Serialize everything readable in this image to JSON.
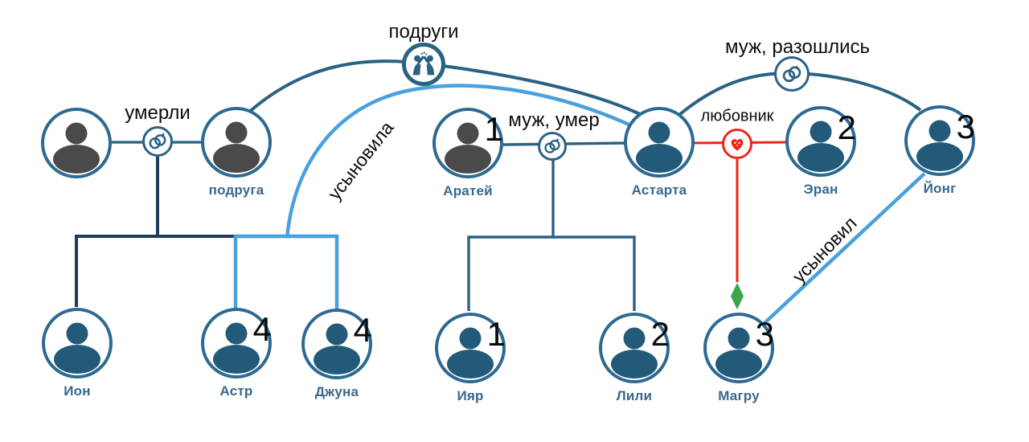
{
  "people": [
    {
      "name": "",
      "number": "",
      "avatar": "gray"
    },
    {
      "name": "подруга",
      "number": "",
      "avatar": "gray"
    },
    {
      "name": "Аратей",
      "number": "1",
      "avatar": "gray"
    },
    {
      "name": "Астарта",
      "number": "",
      "avatar": "blue"
    },
    {
      "name": "Эран",
      "number": "2",
      "avatar": "blue"
    },
    {
      "name": "Йонг",
      "number": "3",
      "avatar": "blue"
    },
    {
      "name": "Ион",
      "number": "",
      "avatar": "blue"
    },
    {
      "name": "Астр",
      "number": "4",
      "avatar": "blue"
    },
    {
      "name": "Джуна",
      "number": "4",
      "avatar": "blue"
    },
    {
      "name": "Ияр",
      "number": "1",
      "avatar": "blue"
    },
    {
      "name": "Лили",
      "number": "2",
      "avatar": "blue"
    },
    {
      "name": "Магру",
      "number": "3",
      "avatar": "blue"
    }
  ],
  "relationship_labels": {
    "died_couple": "умерли",
    "friends": "подруги",
    "husband_died": "муж, умер",
    "husband_separated": "муж, разошлись",
    "lover": "любовник",
    "adopted_she": "усыновила",
    "adopted_he": "усыновил"
  },
  "edges": [
    {
      "type": "marriage",
      "label": "умерли",
      "between": [
        "(без имени)",
        "подруга"
      ],
      "icon": "wedding-rings-icon"
    },
    {
      "type": "friendship",
      "label": "подруги",
      "between": [
        "подруга",
        "Астарта"
      ],
      "icon": "friends-highfive-icon"
    },
    {
      "type": "marriage",
      "label": "муж, умер",
      "between": [
        "Аратей",
        "Астарта"
      ],
      "icon": "wedding-rings-icon"
    },
    {
      "type": "marriage",
      "label": "муж, разошлись",
      "between": [
        "Астарта",
        "Йонг"
      ],
      "icon": "wedding-rings-icon"
    },
    {
      "type": "lover",
      "label": "любовник",
      "between": [
        "Астарта",
        "Эран"
      ],
      "icon": "heart-icon"
    },
    {
      "type": "adoption",
      "label": "усыновила",
      "between": [
        "Астарта",
        "Астр, Джуна"
      ]
    },
    {
      "type": "adoption",
      "label": "усыновил",
      "between": [
        "Йонг",
        "Магру"
      ]
    },
    {
      "type": "children",
      "between": [
        "умершая пара",
        "Ион, Астр, Джуна"
      ]
    },
    {
      "type": "children",
      "between": [
        "Аратей + Астарта",
        "Ияр, Лили"
      ]
    },
    {
      "type": "offspring",
      "between": [
        "Астарта + Эран",
        "Магру"
      ],
      "icon": "plumbob-diamond-icon"
    }
  ],
  "colors": {
    "node_border": "#2d6a92",
    "avatar_blue": "#245a79",
    "avatar_gray": "#4a4a4c",
    "family_navy": "#1e3c5e",
    "family_steel": "#2e6082",
    "adoption_blue": "#4aa0dc",
    "lover_red": "#ee2517",
    "offspring_green": "#3aa54a",
    "name_text": "#36688f",
    "label_text": "#0d0d0d"
  }
}
